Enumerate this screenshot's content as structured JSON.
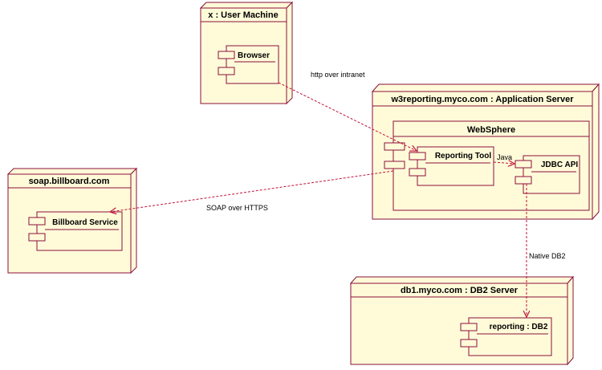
{
  "diagram": {
    "colors": {
      "node_fill": "#fffbd9",
      "line": "#8b0f3a",
      "dashed": "#c0143c",
      "text": "#000000"
    },
    "nodes": {
      "user_machine": "x : User Machine",
      "app_server": "w3reporting.myco.com : Application Server",
      "billboard": "soap.billboard.com",
      "db_server": "db1.myco.com : DB2 Server",
      "websphere": "WebSphere"
    },
    "components": {
      "browser": "Browser",
      "reporting_tool": "Reporting Tool",
      "jdbc_api": "JDBC API",
      "billboard_service": "Billboard Service",
      "reporting_db2": "reporting : DB2"
    },
    "connections": {
      "http": "http over intranet",
      "java": "Java",
      "soap": "SOAP over HTTPS",
      "native": "Native DB2"
    }
  }
}
